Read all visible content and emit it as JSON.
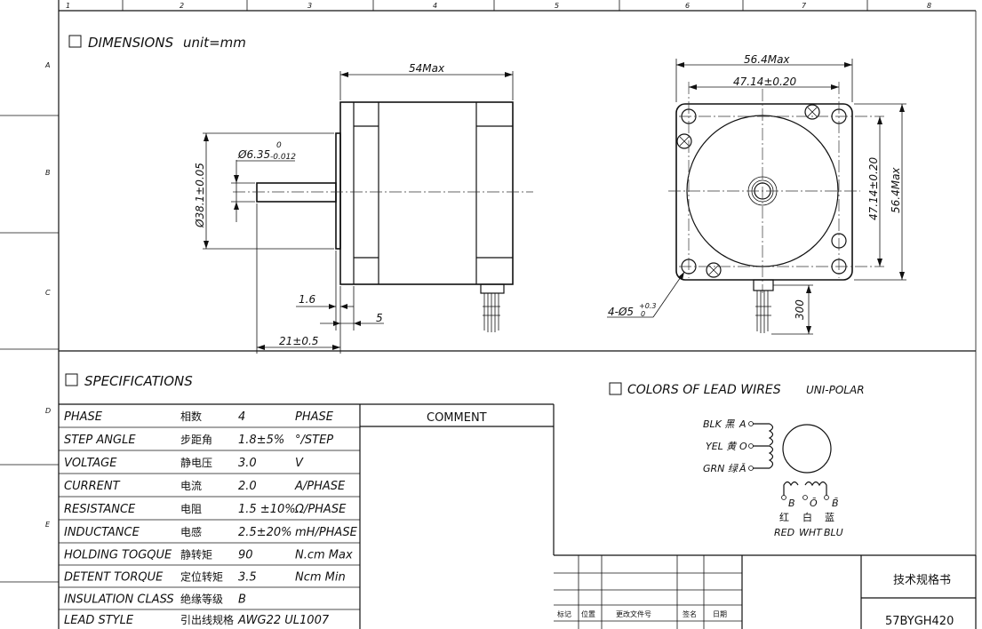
{
  "sheet": {
    "columns": [
      "1",
      "2",
      "3",
      "4",
      "5",
      "6",
      "7",
      "8"
    ],
    "rows": [
      "A",
      "B",
      "C",
      "D",
      "E"
    ]
  },
  "dimensions": {
    "title": "DIMENSIONS",
    "unit": "unit=mm",
    "side": {
      "length": "54Max",
      "shaft_dia": "Ø6.35",
      "shaft_tol_upper": "0",
      "shaft_tol_lower": "-0.012",
      "boss_dia": "Ø38.1±0.05",
      "boss_len": "1.6",
      "flange": "5",
      "shaft_len": "21±0.5"
    },
    "front": {
      "width": "56.4Max",
      "hole_pitch": "47.14±0.20",
      "hole_pitch_v": "47.14±0.20",
      "height": "56.4Max",
      "holes": "4-Ø5",
      "holes_tol_upper": "+0.3",
      "holes_tol_lower": "0",
      "lead_len": "300"
    }
  },
  "specs": {
    "title": "SPECIFICATIONS",
    "comment_header": "COMMENT",
    "rows": [
      {
        "param": "PHASE",
        "cn": "相数",
        "value": "4",
        "unit": "PHASE"
      },
      {
        "param": "STEP ANGLE",
        "cn": "步距角",
        "value": "1.8±5%",
        "unit": "°/STEP"
      },
      {
        "param": "VOLTAGE",
        "cn": "静电压",
        "value": "3.0",
        "unit": "V"
      },
      {
        "param": "CURRENT",
        "cn": "电流",
        "value": "2.0",
        "unit": "A/PHASE"
      },
      {
        "param": "RESISTANCE",
        "cn": "电阻",
        "value": "1.5 ±10%",
        "unit": "Ω/PHASE"
      },
      {
        "param": "INDUCTANCE",
        "cn": "电感",
        "value": "2.5±20%",
        "unit": "mH/PHASE"
      },
      {
        "param": "HOLDING TOGQUE",
        "cn": "静转矩",
        "value": "90",
        "unit": "N.cm  Max"
      },
      {
        "param": "DETENT TORQUE",
        "cn": "定位转矩",
        "value": "3.5",
        "unit": "Ncm  Min"
      },
      {
        "param": "INSULATION CLASS",
        "cn": "绝缘等级",
        "value": "B",
        "unit": ""
      },
      {
        "param": "LEAD STYLE",
        "cn": "引出线规格",
        "value": "AWG22  UL1007",
        "unit": ""
      }
    ]
  },
  "leads": {
    "title": "COLORS OF LEAD WIRES",
    "mode": "UNI-POLAR",
    "left": [
      {
        "label": "BLK 黑",
        "sig": "A"
      },
      {
        "label": "YEL 黄",
        "sig": "O"
      },
      {
        "label": "GRN 绿",
        "sig": "Ā"
      }
    ],
    "bottom_sig": [
      "B",
      "Ō",
      "B̄"
    ],
    "bottom_cn": [
      "红",
      "白",
      "蓝"
    ],
    "bottom_en": [
      "RED",
      "WHT",
      "BLU"
    ]
  },
  "titleblock": {
    "doc_title": "技术规格书",
    "model": "57BYGH420",
    "revision_headers": [
      "标记",
      "位置",
      "更改文件号",
      "签名",
      "日期"
    ]
  }
}
